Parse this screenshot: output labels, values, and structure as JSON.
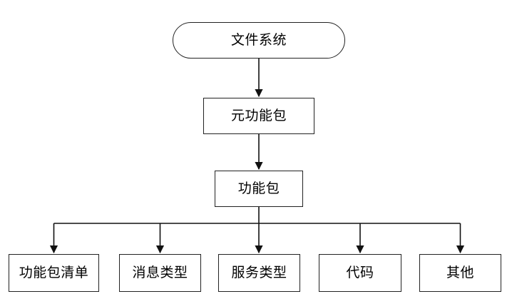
{
  "diagram": {
    "type": "flowchart",
    "root": {
      "label": "文件系统",
      "shape": "stadium"
    },
    "level2": {
      "label": "元功能包",
      "shape": "rectangle"
    },
    "level3": {
      "label": "功能包",
      "shape": "rectangle"
    },
    "leaves": [
      {
        "label": "功能包清单"
      },
      {
        "label": "消息类型"
      },
      {
        "label": "服务类型"
      },
      {
        "label": "代码"
      },
      {
        "label": "其他"
      }
    ],
    "colors": {
      "background": "#ffffff",
      "node_fill": "#ffffff",
      "node_stroke": "#222222",
      "connector_stroke": "#111111",
      "text": "#000000"
    }
  }
}
